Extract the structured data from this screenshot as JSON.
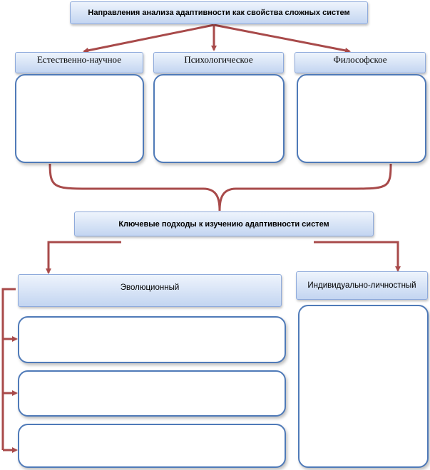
{
  "top_header": "Направления анализа адаптивности как свойства сложных систем",
  "directions": [
    "Естественно-научное",
    "Психологическое",
    "Философское"
  ],
  "middle_header": "Ключевые подходы к изучению адаптивности систем",
  "approaches": {
    "evolutionary": "Эволюционный",
    "individual": "Индивидуально-личностный"
  },
  "colors": {
    "connector": "#a84a4a",
    "box_border": "#4f7ab8",
    "header_fill": "#c3d5f1"
  }
}
